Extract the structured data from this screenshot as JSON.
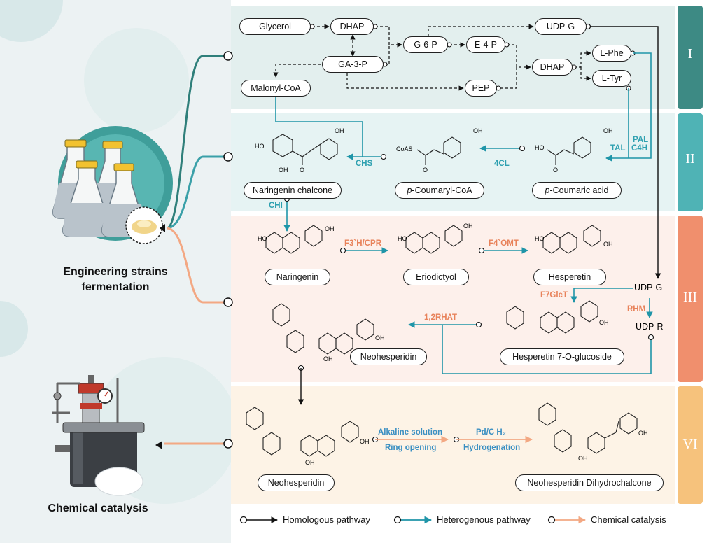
{
  "left_panel": {
    "fermentation_label_line1": "Engineering strains",
    "fermentation_label_line2": "fermentation",
    "catalysis_label": "Chemical catalysis"
  },
  "sections": {
    "I": "I",
    "II": "II",
    "III": "III",
    "VI": "VI"
  },
  "section_colors": {
    "I": "#3d8a84",
    "II": "#4fb3b5",
    "III": "#f08f6d",
    "VI": "#f6c27c"
  },
  "nodes": {
    "glycerol": "Glycerol",
    "dhap1": "DHAP",
    "ga3p": "GA-3-P",
    "g6p": "G-6-P",
    "e4p": "E-4-P",
    "udpg_top": "UDP-G",
    "dhap2": "DHAP",
    "lphe": "L-Phe",
    "ltyr": "L-Tyr",
    "malonyl": "Malonyl-CoA",
    "pep": "PEP",
    "naringenin_chalcone": "Naringenin chalcone",
    "p_coumaryl_coa_prefix": "p",
    "p_coumaryl_coa_rest": "-Coumaryl-CoA",
    "p_coumaric_prefix": "p",
    "p_coumaric_rest": "-Coumaric acid",
    "naringenin": "Naringenin",
    "eriodictyol": "Eriodictyol",
    "hesperetin": "Hesperetin",
    "hesperetin_glucoside": "Hesperetin 7-O-glucoside",
    "neohesperidin_mid": "Neohesperidin",
    "neohesperidin_bottom": "Neohesperidin",
    "nhdc": "Neohesperidin Dihydrochalcone",
    "udpg_mid": "UDP-G",
    "udpr": "UDP-R"
  },
  "enzymes": {
    "chs": "CHS",
    "fourcl": "4CL",
    "pal": "PAL",
    "c4h": "C4H",
    "tal": "TAL",
    "chi": "CHI",
    "f3h": "F3`H/CPR",
    "f4omt": "F4`OMT",
    "f7glct": "F7GlcT",
    "rhm": "RHM",
    "rhat": "1,2RHAT",
    "alkaline": "Alkaline solution",
    "ring": "Ring opening",
    "pdc": "Pd/C  H₂",
    "hydro": "Hydrogenation"
  },
  "structure_atoms": {
    "oh": "OH",
    "ho": "HO",
    "o": "O",
    "coas": "CoAS",
    "methoxy": "O"
  },
  "legend": {
    "homologous": "Homologous pathway",
    "heterogenous": "Heterogenous pathway",
    "chemical": "Chemical catalysis"
  },
  "colors": {
    "teal_dark": "#2f7f7a",
    "teal": "#1f95a8",
    "orange": "#f3a883",
    "orange_text": "#e8825a",
    "blue_text": "#3a8fc2",
    "black": "#111111"
  }
}
